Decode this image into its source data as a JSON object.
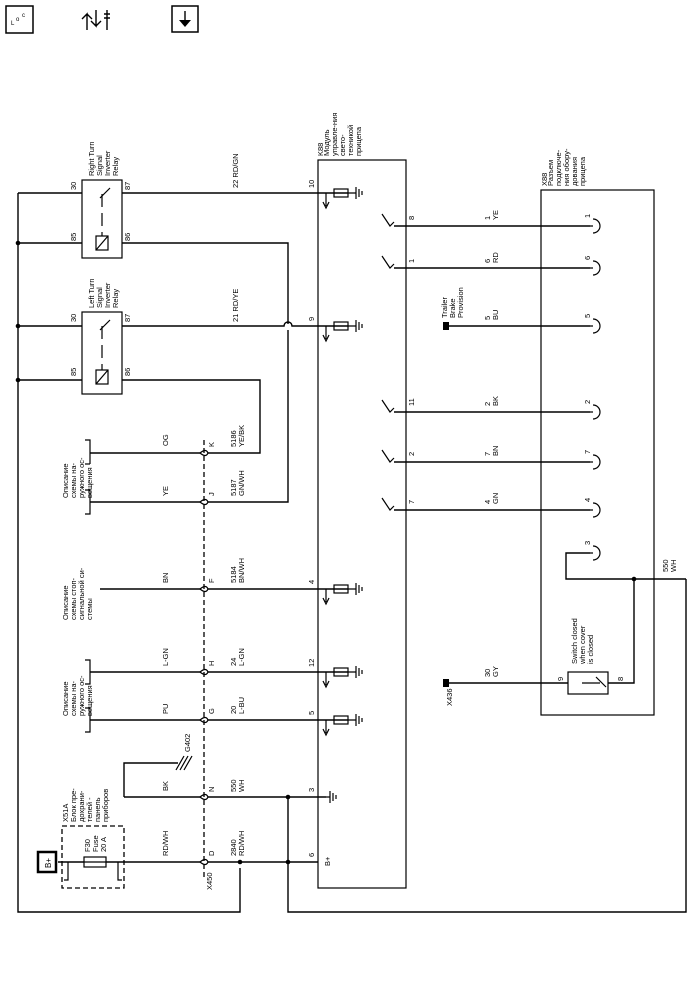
{
  "toolbar": {
    "locator_label": "LOC"
  },
  "relays": {
    "right": {
      "name": "Right Turn Signal Inverter Relay",
      "p30": "30",
      "p87": "87",
      "p85": "85",
      "p86": "86"
    },
    "left": {
      "name": "Left Turn Signal Inverter Relay",
      "p30": "30",
      "p87": "87",
      "p85": "85",
      "p86": "86"
    }
  },
  "modules": {
    "k88": {
      "ref": "K88",
      "desc": "Модуль управле-ния свето-техникой прицепа",
      "pins": {
        "p10": "10",
        "p9": "9",
        "p4": "4",
        "p12": "12",
        "p5": "5",
        "p3": "3",
        "p6": "6",
        "p8": "8",
        "p1": "1",
        "p11": "11",
        "p2": "2",
        "p7": "7"
      },
      "bplus": "B+"
    },
    "x88": {
      "ref": "X88",
      "desc": "Разъем подключе-ния обору-дования прицепа",
      "pins": {
        "p1": "1",
        "p6": "6",
        "p5": "5",
        "p2": "2",
        "p7": "7",
        "p4": "4",
        "p3": "3",
        "p9": "9",
        "p8": "8"
      },
      "switch_note": "Switch closed when cover is closed"
    },
    "x51a": {
      "ref": "X51A",
      "desc": "Блок пре-дохрани-телей - панель приборов",
      "fuse": "F30 Fuse 20 A"
    }
  },
  "connector": {
    "ref": "X450",
    "pins": {
      "K": "K",
      "J": "J",
      "F": "F",
      "H": "H",
      "G": "G",
      "N": "N",
      "D": "D"
    }
  },
  "descriptions": {
    "ext1": "Описание схемы на-ружного ос-вещения",
    "stop": "Описание схемы стоп-сигнальной си-стемы",
    "ext2": "Описание схемы на-ружного ос-вещения"
  },
  "wires": {
    "w22": "22 RD/GN",
    "w21": "21 RD/YE",
    "w5186": "5186 YE/BK",
    "w5187": "5187 GN/WH",
    "w5184": "5184 BN/WH",
    "w24": "24 L-GN",
    "w20": "20 L-BU",
    "w550": "550 WH",
    "w2840": "2840 RD/WH",
    "w1": "1 YE",
    "w6": "6 RD",
    "w5": "5 BU",
    "w2": "2 BK",
    "w7": "7 BN",
    "w4": "4 GN",
    "w30": "30 GY",
    "w550b": "550 WH",
    "og": "OG",
    "ye": "YE",
    "bn": "BN",
    "lgn": "L-GN",
    "pu": "PU",
    "bk": "BK",
    "rdwh": "RD/WH"
  },
  "labels": {
    "trailer_brake": "Trailer Brake Provision",
    "ground": "G402",
    "x436": "X436",
    "bplus": "B+"
  }
}
